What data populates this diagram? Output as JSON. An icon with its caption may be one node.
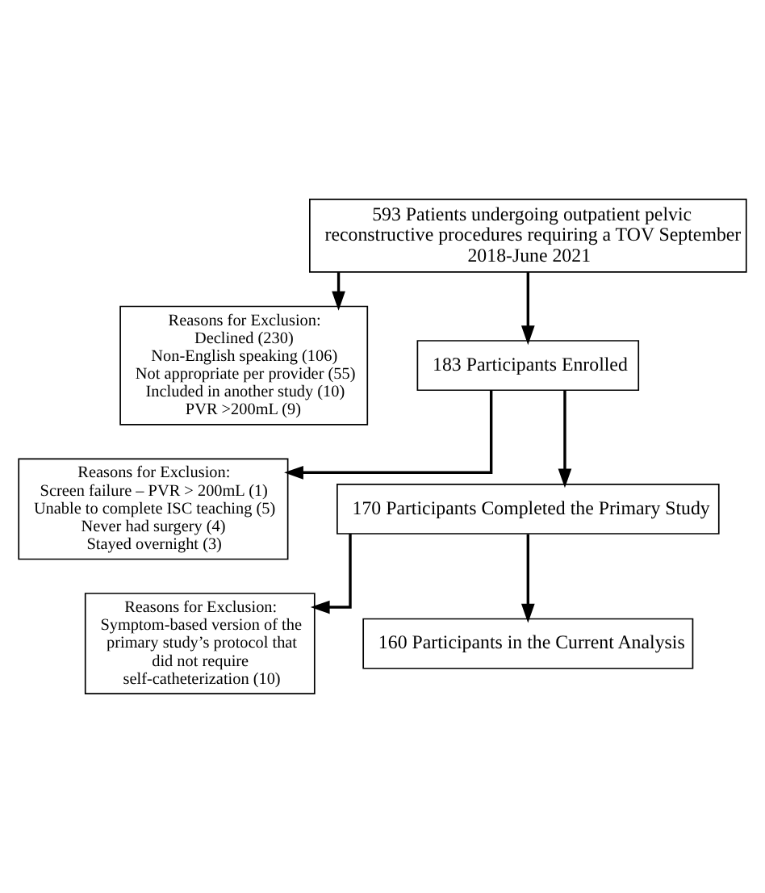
{
  "diagram": {
    "nodes": [
      {
        "text": [
          "593 Patients undergoing outpatient pelvic reconstructive procedures requiring a TOV September 2018-June 2021"
        ]
      },
      {
        "text": [
          "Reasons for Exclusion:",
          "Declined (230)",
          "Non-English speaking (106)",
          "Not appropriate per provider (55)",
          "Included in another study (10)",
          "PVR >200mL (9)"
        ]
      },
      {
        "text": [
          "183 Participants Enrolled"
        ]
      },
      {
        "text": [
          "Reasons for Exclusion:",
          "Screen failure – PVR > 200mL (1)",
          "Unable to complete ISC teaching (5)",
          "Never had surgery (4)",
          "Stayed overnight (3)"
        ]
      },
      {
        "text": [
          "170 Participants Completed the Primary Study"
        ]
      },
      {
        "text": [
          "Reasons for Exclusion:",
          "Symptom-based version of the primary study’s protocol that did not require self-catheterization (10)"
        ]
      },
      {
        "text": [
          "160 Participants in the Current Analysis"
        ]
      }
    ],
    "edges": [
      {
        "from": 0,
        "to": 2,
        "arrow": "to"
      },
      {
        "from": 0,
        "to": 1,
        "arrow": "to"
      },
      {
        "from": 2,
        "to": 4,
        "arrow": "to"
      },
      {
        "from": 2,
        "to": 3,
        "arrow": "to"
      },
      {
        "from": 4,
        "to": 6,
        "arrow": "to"
      },
      {
        "from": 4,
        "to": 5,
        "arrow": "to"
      }
    ]
  }
}
